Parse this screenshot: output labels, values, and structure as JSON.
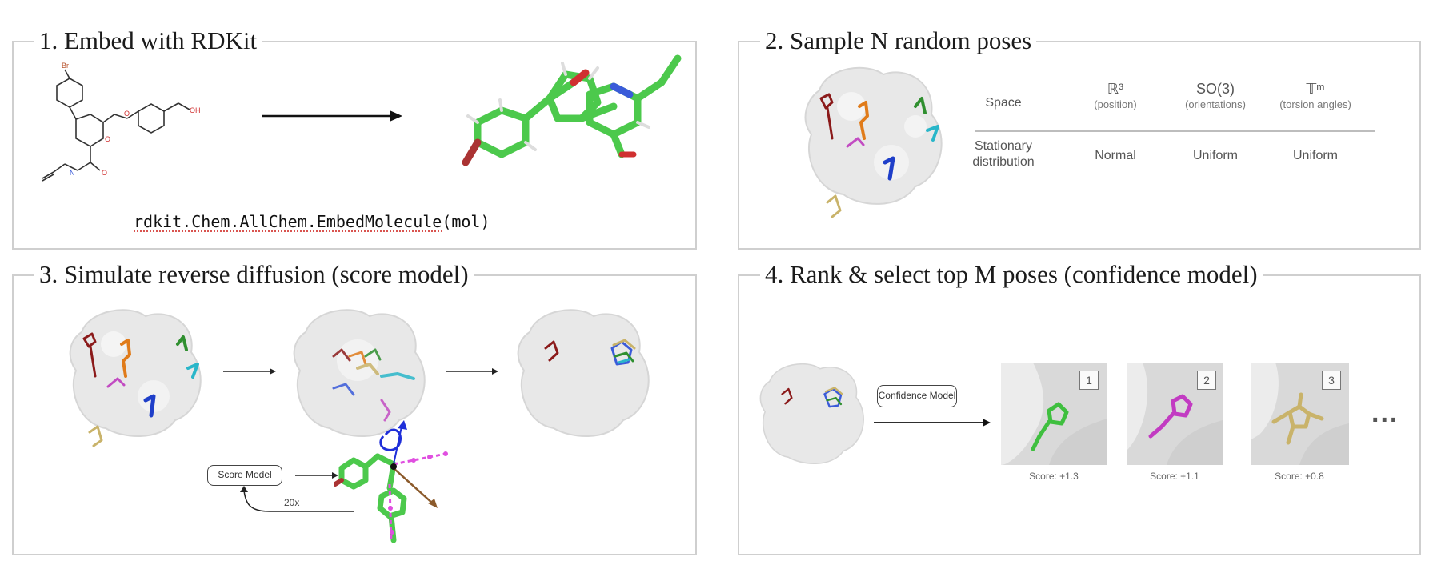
{
  "panels": {
    "p1": {
      "title": "1. Embed with RDKit",
      "code_fn": "rdkit.Chem.AllChem.EmbedMolecule",
      "code_args": "(mol)"
    },
    "p2": {
      "title": "2. Sample N random poses",
      "table": {
        "row_header_space": "Space",
        "row_header_dist": "Stationary distribution",
        "columns": [
          {
            "symbol": "ℝ³",
            "sub": "(position)",
            "dist": "Normal"
          },
          {
            "symbol": "SO(3)",
            "sub": "(orientations)",
            "dist": "Uniform"
          },
          {
            "symbol": "𝕋ᵐ",
            "sub": "(torsion angles)",
            "dist": "Uniform"
          }
        ]
      }
    },
    "p3": {
      "title": "3. Simulate reverse diffusion (score model)",
      "score_model_label": "Score Model",
      "loop_label": "20x"
    },
    "p4": {
      "title": "4. Rank & select top M poses (confidence model)",
      "confidence_label": "Confidence Model",
      "ellipsis": "...",
      "ranks": [
        {
          "rank": "1",
          "score": "Score: +1.3",
          "color": "#3fbf3f"
        },
        {
          "rank": "2",
          "score": "Score: +1.1",
          "color": "#c23bc2"
        },
        {
          "rank": "3",
          "score": "Score: +0.8",
          "color": "#c9b36a"
        }
      ]
    }
  },
  "colors": {
    "border": "#cfcfcf",
    "protein": "#e6e6e6",
    "ligand_green": "#4cc94c",
    "oxygen_red": "#d03030",
    "nitrogen_blue": "#3a5bd9"
  }
}
